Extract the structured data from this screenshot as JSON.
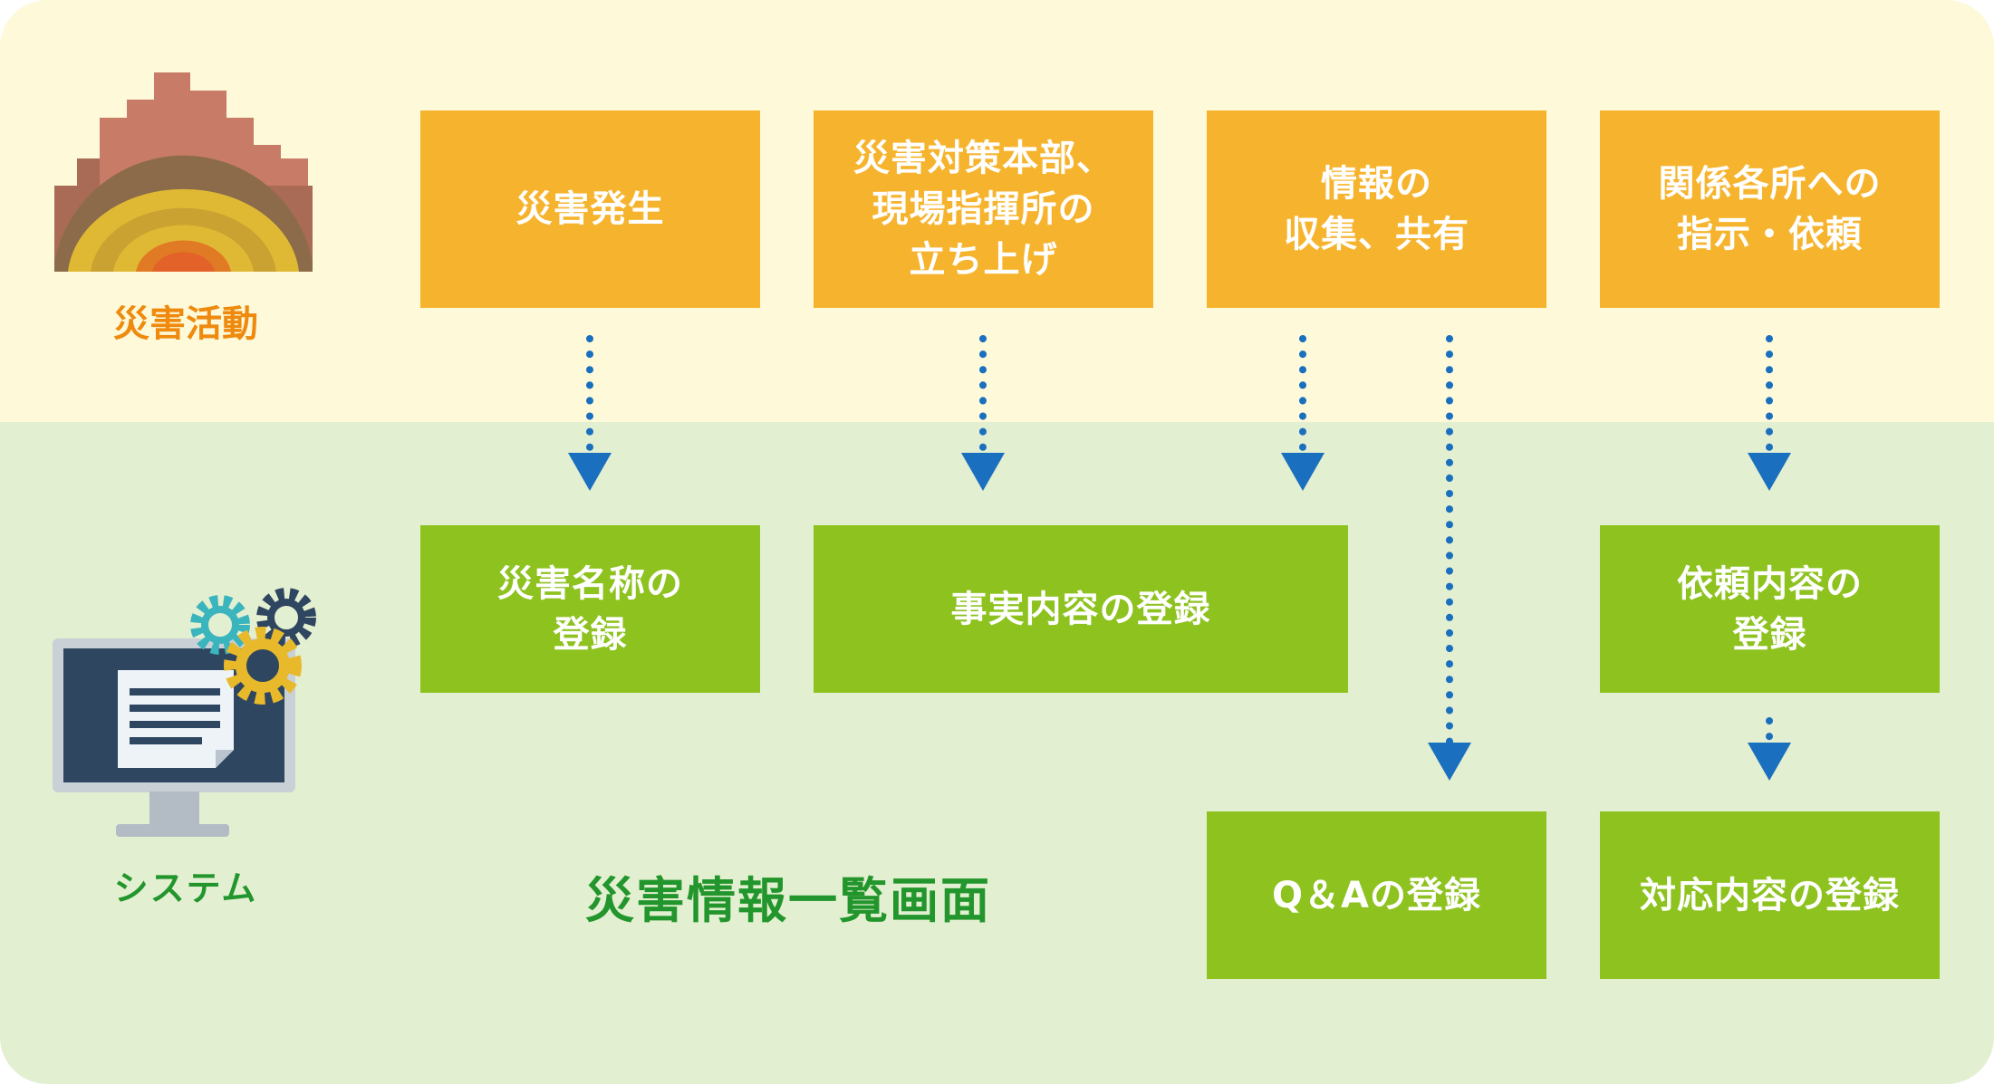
{
  "colors": {
    "top_band": "#fdf9d9",
    "bottom_band": "#e3efd1",
    "activity_box": "#f6b42e",
    "system_box": "#8dc21f",
    "arrow": "#1a6fbf",
    "activity_label": "#ee8a0e",
    "system_label": "#22962c"
  },
  "rows": {
    "activity_label": "災害活動",
    "system_label": "システム"
  },
  "activity_steps": [
    {
      "label": "災害発生"
    },
    {
      "label": "災害対策本部、\n現場指揮所の\n立ち上げ"
    },
    {
      "label": "情報の\n収集、共有"
    },
    {
      "label": "関係各所への\n指示・依頼"
    }
  ],
  "system_steps": [
    {
      "label": "災害名称の\n登録"
    },
    {
      "label": "事実内容の登録"
    },
    {
      "label": "依頼内容の\n登録"
    },
    {
      "label": "Q＆Aの登録"
    },
    {
      "label": "対応内容の登録"
    }
  ],
  "list_screen_label": "災害情報一覧画面",
  "icons": {
    "activity": "disaster-city-icon",
    "system": "computer-with-gears-icon"
  }
}
